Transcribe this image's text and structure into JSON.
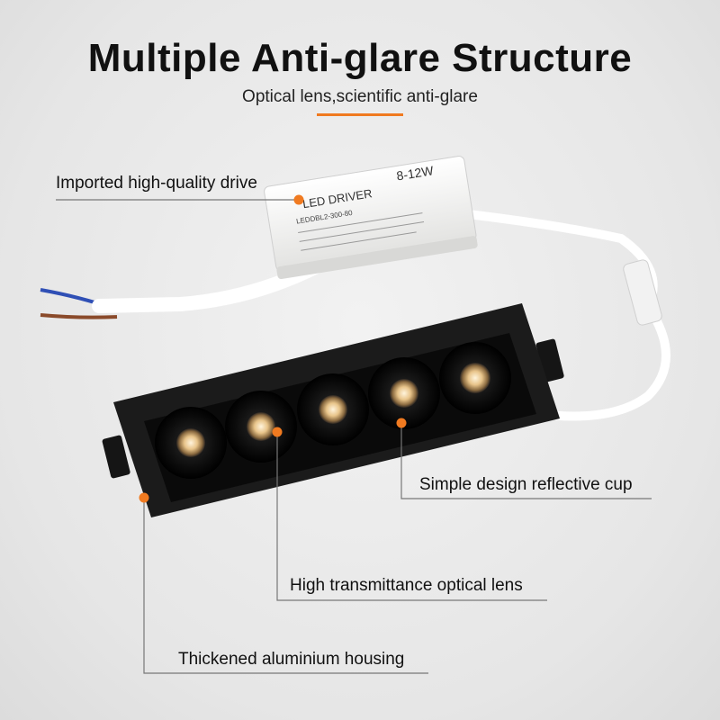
{
  "header": {
    "title": "Multiple Anti-glare Structure",
    "subtitle": "Optical lens,scientific anti-glare"
  },
  "driver": {
    "brand_label": "LED DRIVER",
    "power_label": "8-12W",
    "model_label": "LEDDBL2-300-80"
  },
  "callouts": {
    "drive": "Imported high-quality drive",
    "cup": "Simple design reflective cup",
    "lens": "High transmittance optical lens",
    "housing": "Thickened aluminium housing"
  },
  "colors": {
    "accent": "#f07a20",
    "housing": "#1a1a1a",
    "driver_body": "#f4f4f2",
    "background": "#e9e9e9"
  }
}
